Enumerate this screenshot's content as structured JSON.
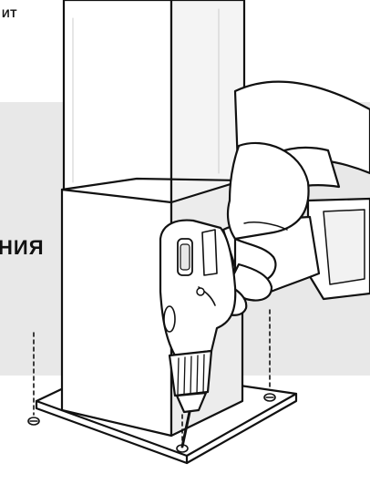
{
  "labels": {
    "top_fragment": "ИТ",
    "middle_fragment": "НИЯ"
  },
  "colors": {
    "band": "#e8e8e8",
    "ink": "#111111",
    "paper": "#ffffff",
    "post_shade": "#f4f4f4"
  },
  "illustration": {
    "subject": "hand-holding-cordless-drill-icon",
    "parts": [
      "square-post",
      "post-sleeve",
      "base-plate",
      "screws",
      "drill",
      "hand",
      "battery-pack",
      "guide-lines"
    ]
  }
}
